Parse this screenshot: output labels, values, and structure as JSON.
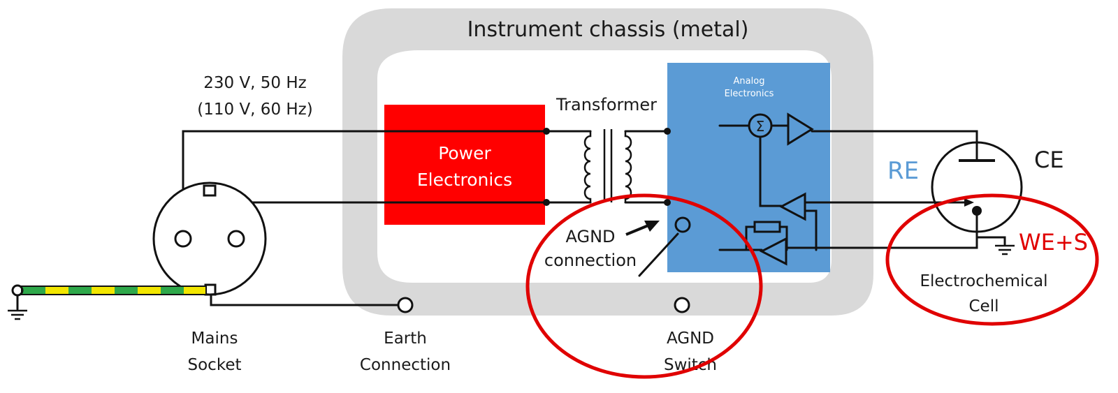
{
  "labels": {
    "chassis_title": "Instrument chassis (metal)",
    "mains_voltage": "230 V, 50 Hz",
    "mains_voltage_alt": "(110 V, 60 Hz)",
    "transformer": "Transformer",
    "power_electronics_line1": "Power",
    "power_electronics_line2": "Electronics",
    "analog_electronics_line1": "Analog",
    "analog_electronics_line2": "Electronics",
    "sum_symbol": "Σ",
    "agnd_connection_line1": "AGND",
    "agnd_connection_line2": "connection",
    "re": "RE",
    "ce": "CE",
    "we_s": "WE+S",
    "cell_line1": "Electrochemical",
    "cell_line2": "Cell",
    "mains_socket_line1": "Mains",
    "mains_socket_line2": "Socket",
    "earth_connection_line1": "Earth",
    "earth_connection_line2": "Connection",
    "agnd_switch_line1": "AGND",
    "agnd_switch_line2": "Switch"
  },
  "colors": {
    "chassis": "#d9d9d9",
    "power_block": "#ff0000",
    "analog_block": "#5b9bd5",
    "highlight": "#e00000",
    "re_text": "#5b9bd5",
    "we_text": "#e00000",
    "earth_green": "#2ea84a",
    "earth_yellow": "#f2e600"
  }
}
